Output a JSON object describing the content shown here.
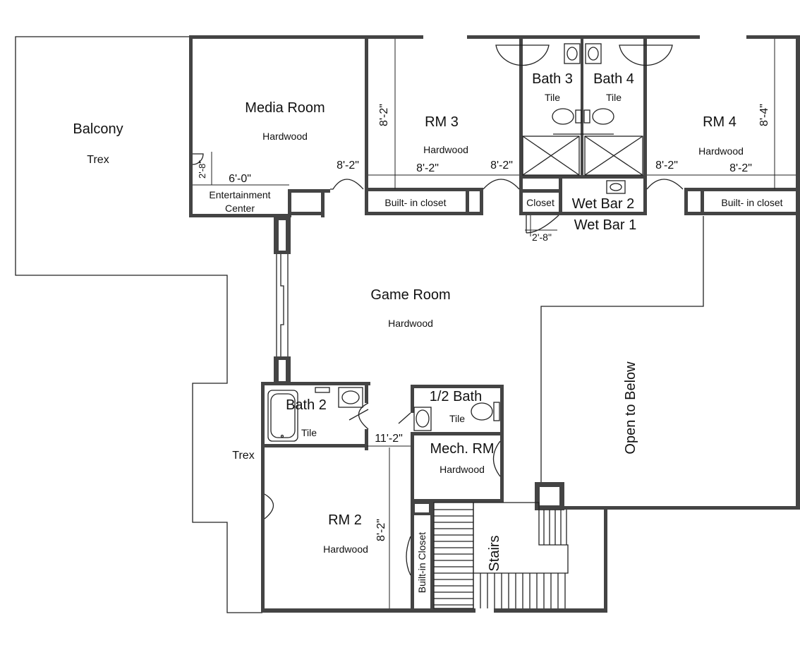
{
  "rooms": {
    "balcony": {
      "name": "Balcony",
      "floor": "Trex"
    },
    "media": {
      "name": "Media Room",
      "floor": "Hardwood"
    },
    "rm3": {
      "name": "RM 3",
      "floor": "Hardwood"
    },
    "bath3": {
      "name": "Bath 3",
      "floor": "Tile"
    },
    "bath4": {
      "name": "Bath 4",
      "floor": "Tile"
    },
    "rm4": {
      "name": "RM 4",
      "floor": "Hardwood"
    },
    "entertainment_line1": "Entertainment",
    "entertainment_line2": "Center",
    "builtin_closet_rm3": "Built- in closet",
    "builtin_closet_rm4": "Built- in closet",
    "closet": "Closet",
    "wet_bar_2": "Wet Bar 2",
    "wet_bar_1": "Wet Bar 1",
    "game": {
      "name": "Game Room",
      "floor": "Hardwood"
    },
    "open_below": "Open to Below",
    "bath2": {
      "name": "Bath 2",
      "floor": "Tile"
    },
    "half_bath": {
      "name": "1/2 Bath",
      "floor": "Tile"
    },
    "mech": {
      "name": "Mech. RM",
      "floor": "Hardwood"
    },
    "trex": "Trex",
    "rm2": {
      "name": "RM 2",
      "floor": "Hardwood"
    },
    "builtin_closet_rm2": "Built-in Closet",
    "stairs": "Stairs"
  },
  "dimensions": {
    "media_door_height": "2'-8\"",
    "media_width": "6'-0\"",
    "media_door": "8'-2\"",
    "rm3_height": "8'-2\"",
    "rm3_width": "8'-2\"",
    "rm3_door": "8'-2\"",
    "rm4_door": "8'-2\"",
    "rm4_width": "8'-2\"",
    "rm4_height": "8'-4\"",
    "closet_door": "2'-8\"",
    "bath2_door": "11'-2\"",
    "rm2_height": "8'-2\""
  }
}
